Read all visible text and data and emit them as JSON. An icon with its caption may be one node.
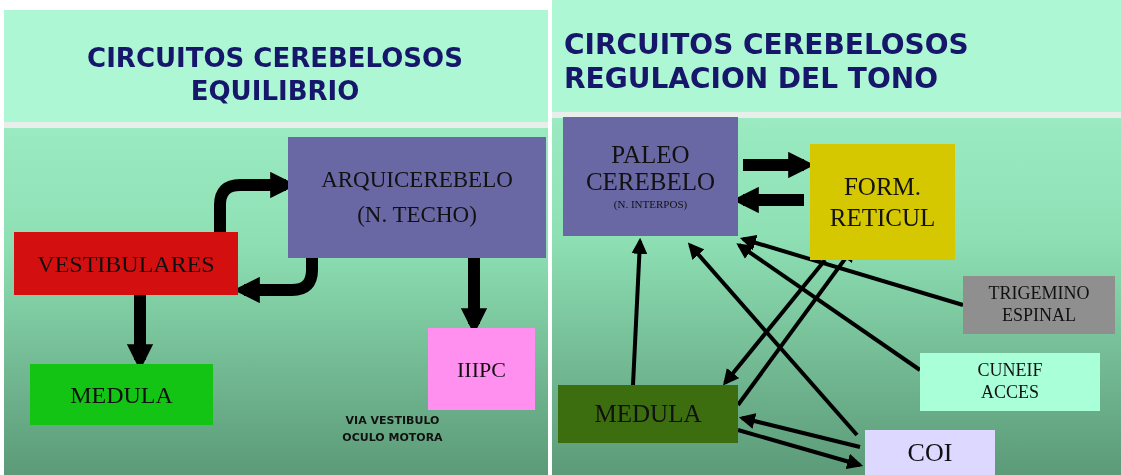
{
  "diagram": {
    "nodes": [
      {
        "text": [
          "VESTIBULARES"
        ]
      },
      {
        "text": [
          "ARQUICEREBELO",
          "(N. TECHO)"
        ]
      },
      {
        "text": [
          "MEDULA"
        ]
      },
      {
        "text": [
          "IIIPC"
        ]
      },
      {
        "text": [
          "PALEO CEREBELO",
          "(N. INTERPOS)"
        ]
      },
      {
        "text": [
          "FORM. RETICUL"
        ]
      },
      {
        "text": [
          "TRIGEMINO ESPINAL"
        ]
      },
      {
        "text": [
          "CUNEIF ACCES"
        ]
      },
      {
        "text": [
          "MEDULA"
        ]
      },
      {
        "text": [
          "COI"
        ]
      }
    ],
    "edges": [
      {
        "from": 0,
        "to": 1,
        "arrow": "to",
        "style": "thick"
      },
      {
        "from": 1,
        "to": 0,
        "arrow": "to",
        "style": "thick"
      },
      {
        "from": 0,
        "to": 2,
        "arrow": "to",
        "style": "thick"
      },
      {
        "from": 1,
        "to": 3,
        "arrow": "to",
        "style": "thick"
      },
      {
        "from": 4,
        "to": 5,
        "arrow": "to",
        "style": "thick"
      },
      {
        "from": 5,
        "to": 4,
        "arrow": "to",
        "style": "thick"
      },
      {
        "from": 8,
        "to": 4,
        "arrow": "to"
      },
      {
        "from": 5,
        "to": 8,
        "arrow": "to"
      },
      {
        "from": 8,
        "to": 5,
        "arrow": "to"
      },
      {
        "from": 6,
        "to": 4,
        "arrow": "to"
      },
      {
        "from": 7,
        "to": 4,
        "arrow": "to"
      },
      {
        "from": 9,
        "to": 4,
        "arrow": "to"
      },
      {
        "from": 9,
        "to": 8,
        "arrow": "to"
      },
      {
        "from": 8,
        "to": 9,
        "arrow": "to"
      }
    ],
    "labels": [
      "CIRCUITOS CEREBELOSOS EQUILIBRIO",
      "CIRCUITOS CEREBELOSOS REGULACION DEL TONO",
      "VIA VESTIBULO OCULO MOTORA"
    ]
  }
}
